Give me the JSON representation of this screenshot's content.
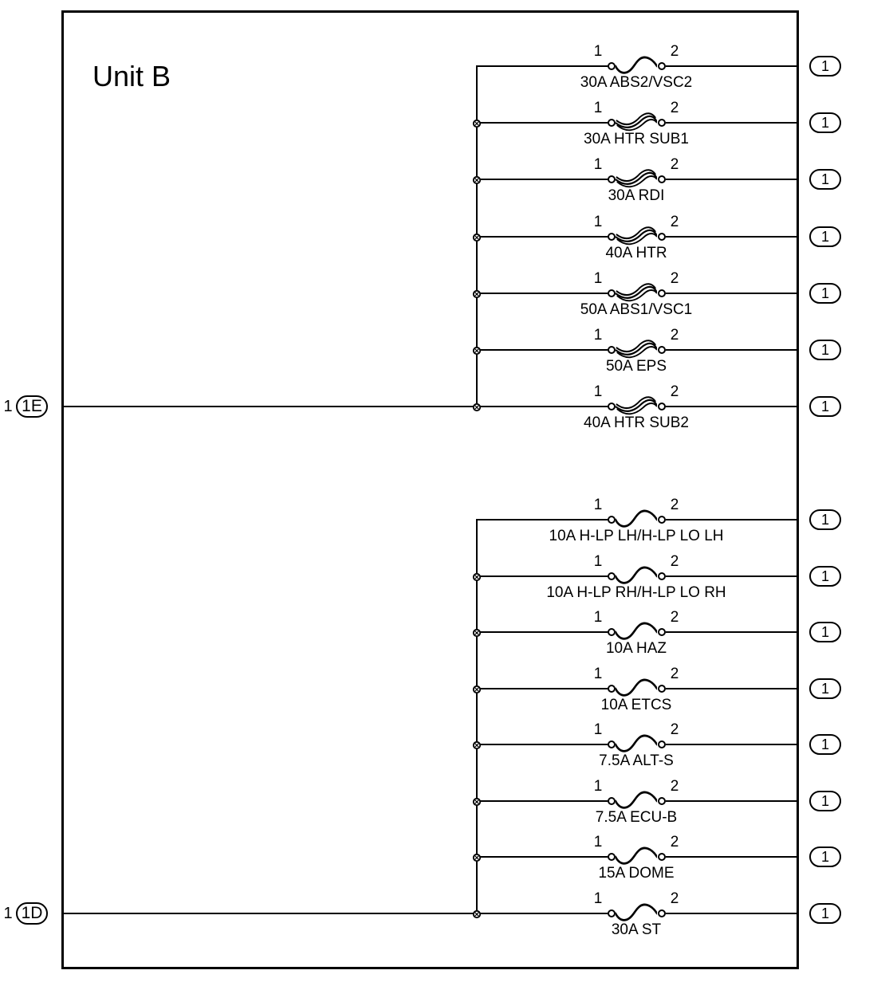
{
  "title": "Unit B",
  "colors": {
    "line": "#000000",
    "background": "#ffffff"
  },
  "right_terminal_label": "1",
  "left_connectors": [
    {
      "wire_number": "1",
      "label": "1E"
    },
    {
      "wire_number": "1",
      "label": "1D"
    }
  ],
  "groups": [
    {
      "connector": "1E",
      "fuses": [
        {
          "pin1": "1",
          "pin2": "2",
          "name": "30A ABS2/VSC2",
          "symbol": "fuse"
        },
        {
          "pin1": "1",
          "pin2": "2",
          "name": "30A HTR SUB1",
          "symbol": "fusible-link"
        },
        {
          "pin1": "1",
          "pin2": "2",
          "name": "30A RDI",
          "symbol": "fusible-link"
        },
        {
          "pin1": "1",
          "pin2": "2",
          "name": "40A HTR",
          "symbol": "fusible-link"
        },
        {
          "pin1": "1",
          "pin2": "2",
          "name": "50A ABS1/VSC1",
          "symbol": "fusible-link"
        },
        {
          "pin1": "1",
          "pin2": "2",
          "name": "50A EPS",
          "symbol": "fusible-link"
        },
        {
          "pin1": "1",
          "pin2": "2",
          "name": "40A HTR SUB2",
          "symbol": "fusible-link"
        }
      ]
    },
    {
      "connector": "1D",
      "fuses": [
        {
          "pin1": "1",
          "pin2": "2",
          "name": "10A H-LP LH/H-LP LO LH",
          "symbol": "fuse"
        },
        {
          "pin1": "1",
          "pin2": "2",
          "name": "10A H-LP RH/H-LP LO RH",
          "symbol": "fuse"
        },
        {
          "pin1": "1",
          "pin2": "2",
          "name": "10A HAZ",
          "symbol": "fuse"
        },
        {
          "pin1": "1",
          "pin2": "2",
          "name": "10A ETCS",
          "symbol": "fuse"
        },
        {
          "pin1": "1",
          "pin2": "2",
          "name": "7.5A ALT-S",
          "symbol": "fuse"
        },
        {
          "pin1": "1",
          "pin2": "2",
          "name": "7.5A ECU-B",
          "symbol": "fuse"
        },
        {
          "pin1": "1",
          "pin2": "2",
          "name": "15A DOME",
          "symbol": "fuse"
        },
        {
          "pin1": "1",
          "pin2": "2",
          "name": "30A ST",
          "symbol": "fuse"
        }
      ]
    }
  ]
}
